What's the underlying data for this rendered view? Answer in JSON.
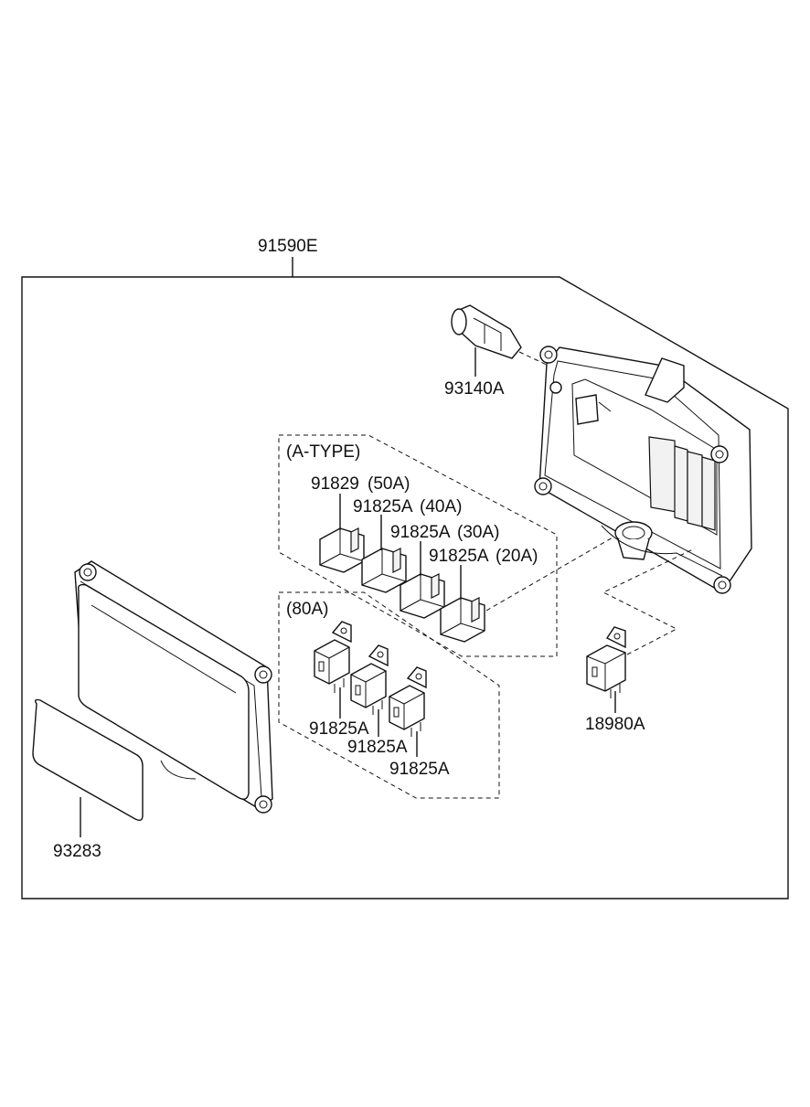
{
  "labels": {
    "assembly": "91590E",
    "connector": "93140A",
    "a_type": "(A-TYPE)",
    "fuse_50a": "91829",
    "fuse_50a_rating": "(50A)",
    "fuse_40a": "91825A",
    "fuse_40a_rating": "(40A)",
    "fuse_30a": "91825A",
    "fuse_30a_rating": "(30A)",
    "fuse_20a": "91825A",
    "fuse_20a_rating": "(20A)",
    "type_80a": "(80A)",
    "fuse_80a_1": "91825A",
    "fuse_80a_2": "91825A",
    "fuse_80a_3": "91825A",
    "relay": "18980A",
    "label_plate": "93283"
  }
}
